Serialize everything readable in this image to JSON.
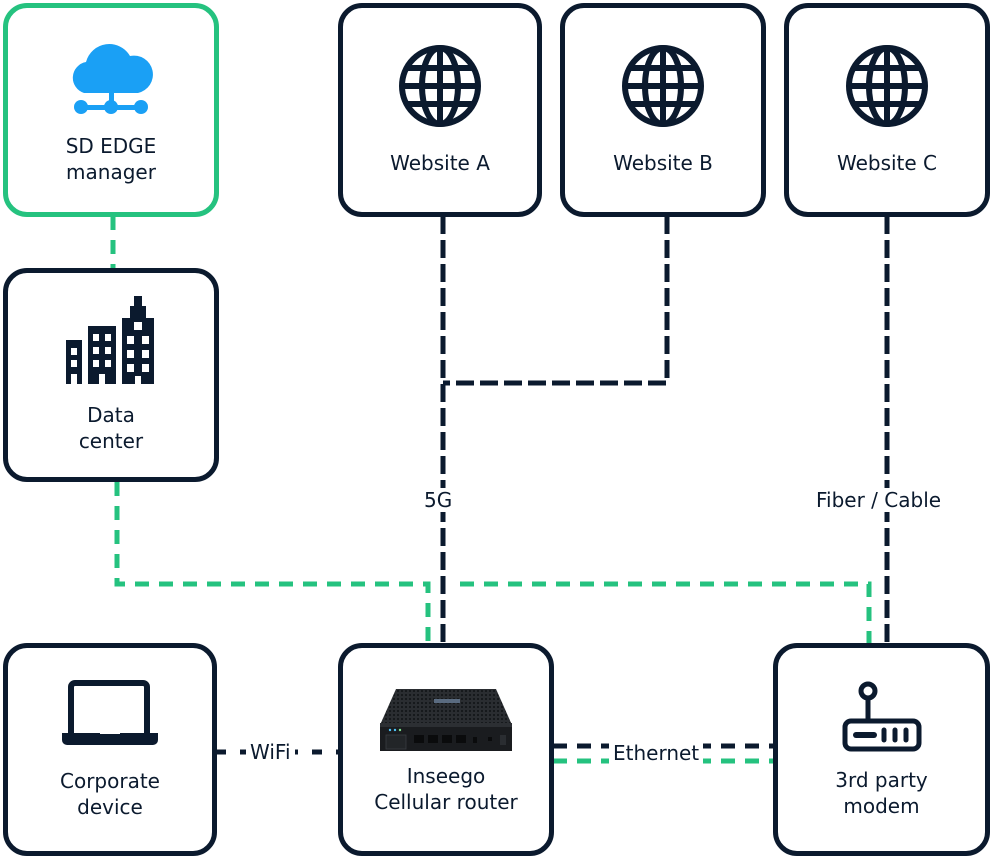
{
  "diagram": {
    "colors": {
      "stroke": "#0b1a2e",
      "accent": "#25c27f",
      "cloud": "#1aa0f5"
    },
    "nodes": {
      "sd_edge_manager": {
        "label_line1": "SD EDGE",
        "label_line2": "manager",
        "icon": "cloud-network-icon"
      },
      "data_center": {
        "label_line1": "Data",
        "label_line2": "center",
        "icon": "buildings-icon"
      },
      "website_a": {
        "label": "Website A",
        "icon": "globe-icon"
      },
      "website_b": {
        "label": "Website B",
        "icon": "globe-icon"
      },
      "website_c": {
        "label": "Website C",
        "icon": "globe-icon"
      },
      "corporate_device": {
        "label_line1": "Corporate",
        "label_line2": "device",
        "icon": "laptop-icon"
      },
      "cellular_router": {
        "label_line1": "Inseego",
        "label_line2": "Cellular router",
        "icon": "router-device-image"
      },
      "third_party_modem": {
        "label_line1": "3rd party",
        "label_line2": "modem",
        "icon": "modem-icon"
      }
    },
    "edge_labels": {
      "cellular": "5G",
      "fiber": "Fiber / Cable",
      "wifi": "WiFi",
      "ethernet": "Ethernet"
    }
  }
}
